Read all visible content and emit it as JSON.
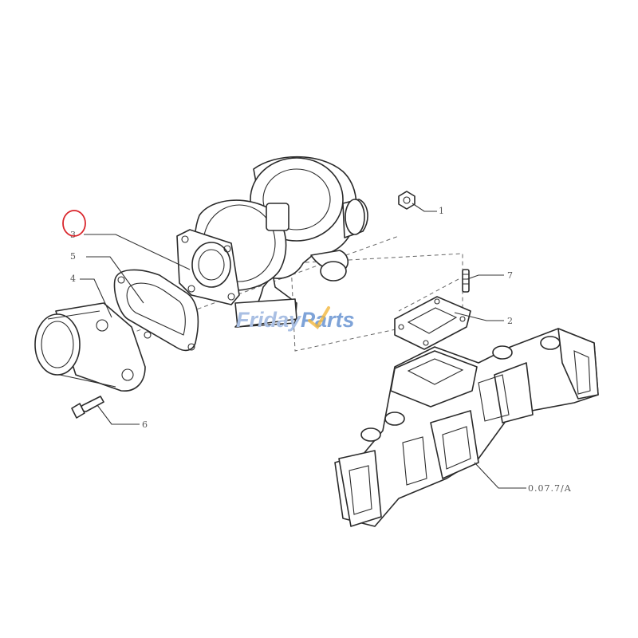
{
  "callouts": {
    "c1": "1",
    "c2": "2",
    "c3": "3",
    "c4": "4",
    "c5": "5",
    "c6": "6",
    "c7": "7",
    "ref": "0.07.7/A"
  },
  "highlight": {
    "target": "3",
    "color": "#d9262c"
  },
  "watermark": {
    "word1": "Friday",
    "word2": "Parts",
    "color_word1": "#a9bfe3",
    "color_word2": "#7ea3d8",
    "accent": "#f2b63c"
  }
}
